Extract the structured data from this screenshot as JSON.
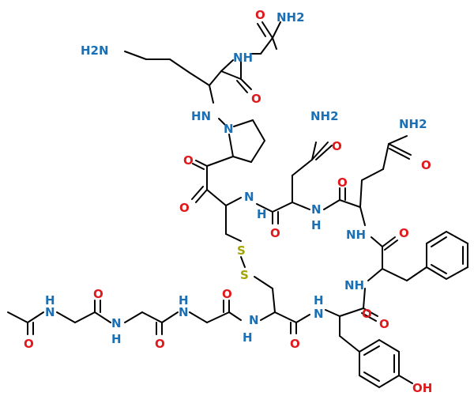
{
  "colors": {
    "nitrogen": "#1a6fb5",
    "oxygen": "#e0191c",
    "sulfur": "#a4a400",
    "bond": "#000000"
  },
  "atoms": {
    "nh2_top": "NH2",
    "h2n_lys": "H2N",
    "nh_gly": "NH",
    "o_gly_amide": "O",
    "o_lys": "O",
    "hn_hydrazine": "HN",
    "n_pro": "N",
    "o_ket1": "O",
    "o_ket2": "O",
    "nh2_gln1": "NH2",
    "o_gln1": "O",
    "nh2_gln2": "NH2",
    "o_gln2": "O",
    "n_cys1": "N",
    "h_cys1": "H",
    "o_cys1": "O",
    "n_gln1": "N",
    "h_gln1": "H",
    "o_gln1_bb": "O",
    "nh_gln2": "NH",
    "o_gln2_bb": "O",
    "s1": "S",
    "s2": "S",
    "nh_phe": "NH",
    "o_phe": "O",
    "o_ac": "O",
    "n_gly1": "N",
    "h_gly1": "H",
    "o_gly1": "O",
    "n_gly2": "N",
    "h_gly2": "H",
    "o_gly2": "O",
    "n_gly3": "N",
    "h_gly3": "H",
    "o_gly3": "O",
    "n_cys2": "N",
    "h_cys2": "H",
    "o_cys2": "O",
    "n_tyr": "N",
    "h_tyr": "H",
    "o_tyr": "O",
    "oh_tyr": "OH"
  }
}
